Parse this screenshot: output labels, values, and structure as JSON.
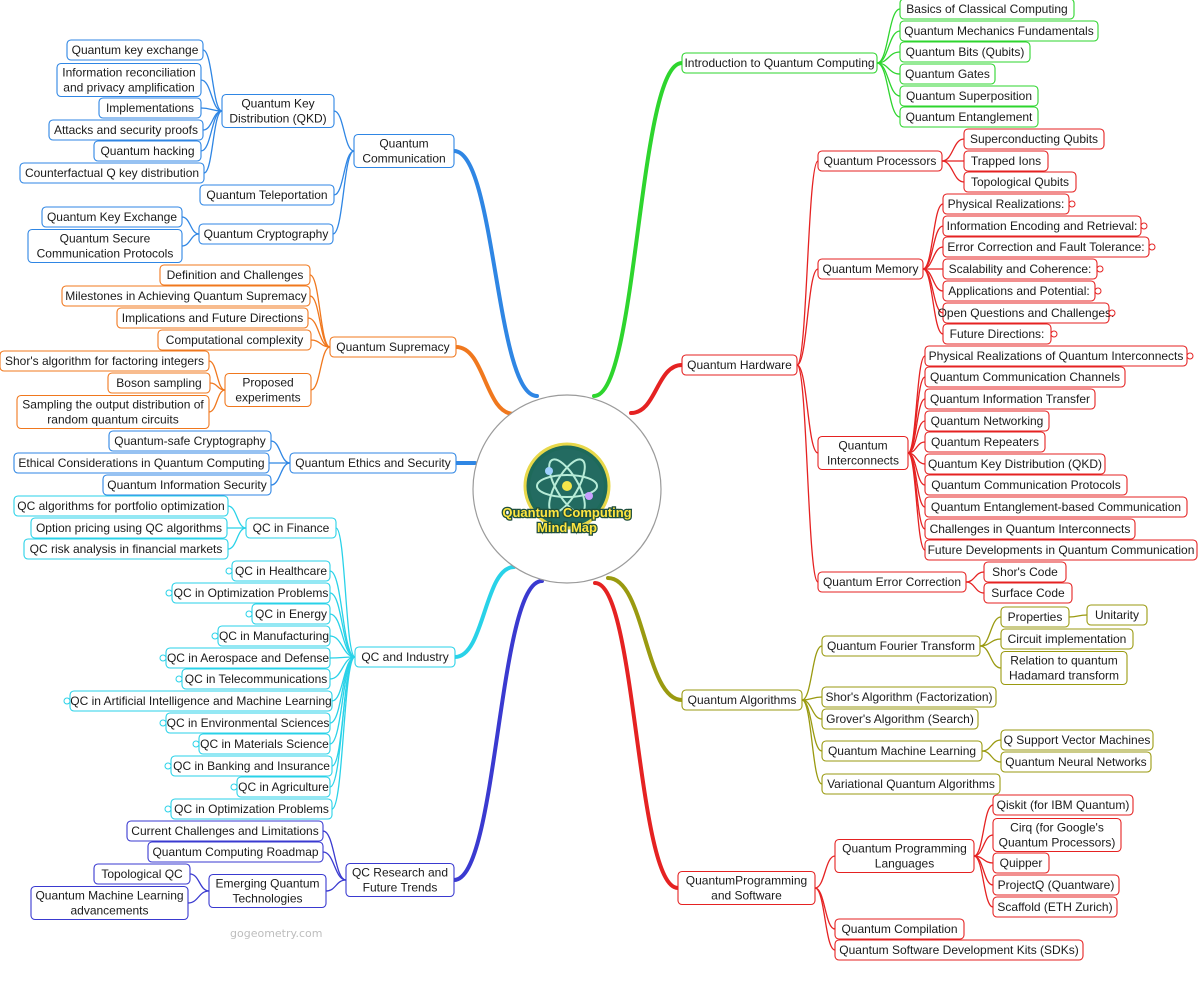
{
  "center": {
    "title_lines": [
      "Quantum Computing",
      "Mind Map"
    ],
    "icon": "atom-logo-icon"
  },
  "watermark": "gogeometry.com",
  "colors": {
    "green": "#2ed52e",
    "red": "#e52222",
    "olive": "#9a9a10",
    "blue": "#2f86e4",
    "orange": "#f0781e",
    "cyan": "#29d2e8",
    "indigo": "#3a3ad0"
  },
  "branches": [
    {
      "key": "intro",
      "color": "green",
      "label": "Introduction to Quantum Computing",
      "children": [
        {
          "label": "Basics of Classical Computing"
        },
        {
          "label": "Quantum Mechanics Fundamentals"
        },
        {
          "label": "Quantum Bits (Qubits)"
        },
        {
          "label": "Quantum Gates"
        },
        {
          "label": "Quantum Superposition"
        },
        {
          "label": "Quantum Entanglement"
        }
      ]
    },
    {
      "key": "hardware",
      "color": "red",
      "label": "Quantum Hardware",
      "children": [
        {
          "label": "Quantum Processors",
          "children": [
            {
              "label": "Superconducting Qubits"
            },
            {
              "label": "Trapped Ions"
            },
            {
              "label": "Topological Qubits"
            }
          ]
        },
        {
          "label": "Quantum Memory",
          "children": [
            {
              "label": "Physical Realizations:"
            },
            {
              "label": "Information Encoding and Retrieval:"
            },
            {
              "label": "Error Correction and Fault Tolerance:"
            },
            {
              "label": "Scalability and Coherence:"
            },
            {
              "label": "Applications and Potential:"
            },
            {
              "label": "Open Questions and Challenges:"
            },
            {
              "label": "Future Directions:"
            }
          ]
        },
        {
          "label": "Quantum\nInterconnects",
          "children": [
            {
              "label": "Physical Realizations of Quantum Interconnects"
            },
            {
              "label": "Quantum Communication Channels"
            },
            {
              "label": "Quantum Information Transfer"
            },
            {
              "label": "Quantum Networking"
            },
            {
              "label": "Quantum Repeaters"
            },
            {
              "label": "Quantum Key Distribution (QKD)"
            },
            {
              "label": "Quantum Communication Protocols"
            },
            {
              "label": "Quantum Entanglement-based Communication"
            },
            {
              "label": "Challenges in Quantum Interconnects"
            },
            {
              "label": "Future Developments in Quantum Communication"
            }
          ]
        },
        {
          "label": "Quantum Error Correction",
          "children": [
            {
              "label": "Shor's Code"
            },
            {
              "label": "Surface Code"
            }
          ]
        }
      ]
    },
    {
      "key": "algorithms",
      "color": "olive",
      "label": "Quantum Algorithms",
      "children": [
        {
          "label": "Quantum Fourier Transform",
          "children": [
            {
              "label": "Properties",
              "children": [
                {
                  "label": "Unitarity"
                }
              ]
            },
            {
              "label": "Circuit implementation"
            },
            {
              "label": "Relation to quantum\nHadamard transform"
            }
          ]
        },
        {
          "label": "Shor's Algorithm (Factorization)"
        },
        {
          "label": "Grover's Algorithm (Search)"
        },
        {
          "label": "Quantum Machine Learning",
          "children": [
            {
              "label": "Q Support Vector Machines"
            },
            {
              "label": "Quantum Neural Networks"
            }
          ]
        },
        {
          "label": "Variational Quantum Algorithms"
        }
      ]
    },
    {
      "key": "programming",
      "color": "red",
      "label": "QuantumProgramming\nand Software",
      "children": [
        {
          "label": "Quantum Programming\nLanguages",
          "children": [
            {
              "label": "Qiskit (for IBM Quantum)"
            },
            {
              "label": "Cirq (for Google's\nQuantum Processors)"
            },
            {
              "label": "Quipper"
            },
            {
              "label": "ProjectQ (Quantware)"
            },
            {
              "label": "Scaffold (ETH Zurich)"
            }
          ]
        },
        {
          "label": "Quantum Compilation"
        },
        {
          "label": "Quantum Software Development Kits (SDKs)"
        }
      ]
    },
    {
      "key": "communication",
      "color": "blue",
      "label": "Quantum\nCommunication",
      "children": [
        {
          "label": "Quantum Key\nDistribution (QKD)",
          "children": [
            {
              "label": "Quantum key exchange"
            },
            {
              "label": "Information reconciliation\nand privacy amplification"
            },
            {
              "label": "Implementations"
            },
            {
              "label": "Attacks and security proofs"
            },
            {
              "label": "Quantum hacking"
            },
            {
              "label": "Counterfactual Q key distribution"
            }
          ]
        },
        {
          "label": "Quantum Teleportation"
        },
        {
          "label": "Quantum Cryptography",
          "children": [
            {
              "label": "Quantum Key Exchange"
            },
            {
              "label": "Quantum Secure\nCommunication Protocols"
            }
          ]
        }
      ]
    },
    {
      "key": "supremacy",
      "color": "orange",
      "label": "Quantum Supremacy",
      "children": [
        {
          "label": "Definition and Challenges"
        },
        {
          "label": "Milestones in Achieving Quantum Supremacy"
        },
        {
          "label": "Implications and Future Directions"
        },
        {
          "label": "Computational complexity"
        },
        {
          "label": "Proposed\nexperiments",
          "children": [
            {
              "label": "Shor's algorithm for factoring integers"
            },
            {
              "label": "Boson sampling"
            },
            {
              "label": "Sampling the output distribution of\nrandom quantum circuits"
            }
          ]
        }
      ]
    },
    {
      "key": "ethics",
      "color": "blue",
      "label": "Quantum Ethics and Security",
      "children": [
        {
          "label": "Quantum-safe Cryptography"
        },
        {
          "label": "Ethical Considerations in Quantum Computing"
        },
        {
          "label": "Quantum Information Security"
        }
      ]
    },
    {
      "key": "industry",
      "color": "cyan",
      "label": "QC and Industry",
      "children": [
        {
          "label": "QC in Finance",
          "children": [
            {
              "label": "QC algorithms for portfolio optimization"
            },
            {
              "label": "Option pricing using QC algorithms"
            },
            {
              "label": "QC risk analysis in financial markets"
            }
          ]
        },
        {
          "label": "QC in Healthcare"
        },
        {
          "label": "QC in Optimization Problems"
        },
        {
          "label": "QC in Energy"
        },
        {
          "label": "QC in Manufacturing"
        },
        {
          "label": "QC in Aerospace and Defense"
        },
        {
          "label": "QC in Telecommunications"
        },
        {
          "label": "QC in Artificial Intelligence and Machine Learning"
        },
        {
          "label": "QC in Environmental Sciences"
        },
        {
          "label": "QC in Materials Science"
        },
        {
          "label": "QC in Banking and Insurance"
        },
        {
          "label": "QC in Agriculture"
        },
        {
          "label": "QC in Optimization Problems"
        }
      ]
    },
    {
      "key": "research",
      "color": "indigo",
      "label": "QC Research and\nFuture Trends",
      "children": [
        {
          "label": "Current Challenges and Limitations"
        },
        {
          "label": "Quantum Computing Roadmap"
        },
        {
          "label": "Emerging Quantum\nTechnologies",
          "children": [
            {
              "label": "Topological QC"
            },
            {
              "label": "Quantum Machine Learning\nadvancements"
            }
          ]
        }
      ]
    }
  ]
}
